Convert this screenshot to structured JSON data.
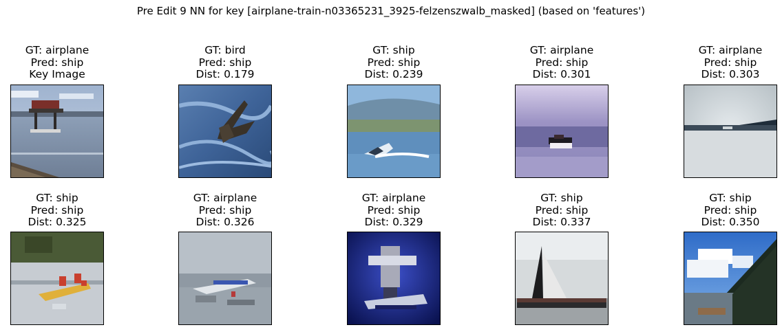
{
  "figure": {
    "title": "Pre Edit 9 NN for key [airplane-train-n03365231_3925-felzenszwalb_masked] (based on 'features')"
  },
  "panels": [
    {
      "gt": "GT: airplane",
      "pred": "Pred: ship",
      "extra": "Key Image"
    },
    {
      "gt": "GT: bird",
      "pred": "Pred: ship",
      "extra": "Dist: 0.179"
    },
    {
      "gt": "GT: ship",
      "pred": "Pred: ship",
      "extra": "Dist: 0.239"
    },
    {
      "gt": "GT: airplane",
      "pred": "Pred: ship",
      "extra": "Dist: 0.301"
    },
    {
      "gt": "GT: airplane",
      "pred": "Pred: ship",
      "extra": "Dist: 0.303"
    },
    {
      "gt": "GT: ship",
      "pred": "Pred: ship",
      "extra": "Dist: 0.325"
    },
    {
      "gt": "GT: airplane",
      "pred": "Pred: ship",
      "extra": "Dist: 0.326"
    },
    {
      "gt": "GT: airplane",
      "pred": "Pred: ship",
      "extra": "Dist: 0.329"
    },
    {
      "gt": "GT: ship",
      "pred": "Pred: ship",
      "extra": "Dist: 0.337"
    },
    {
      "gt": "GT: ship",
      "pred": "Pred: ship",
      "extra": "Dist: 0.350"
    }
  ]
}
